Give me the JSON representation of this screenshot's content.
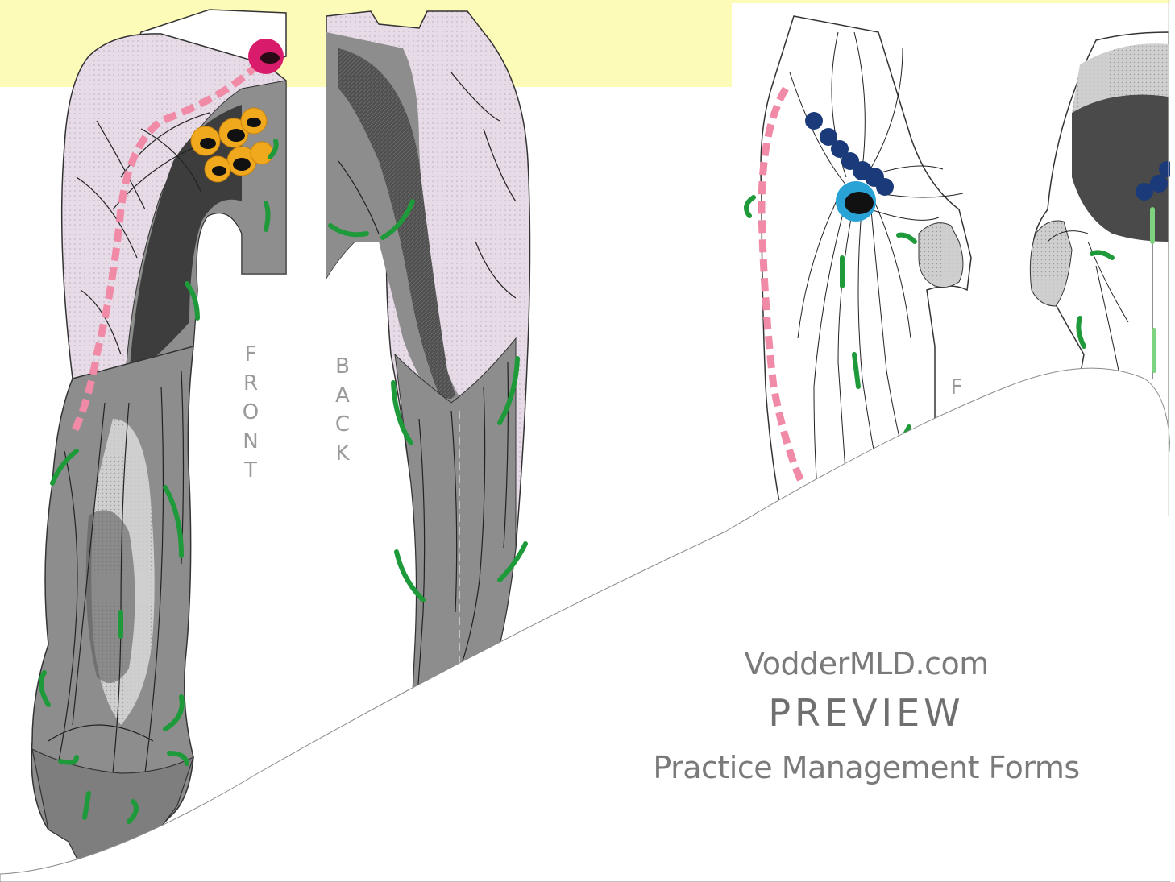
{
  "diagram_labels": {
    "front": "FRONT",
    "back": "BACK",
    "front_partial": "F"
  },
  "cover": {
    "site": "VodderMLD.com",
    "preview": "PREVIEW",
    "subtitle": "Practice Management Forms"
  },
  "colors": {
    "background_band": "#fdfbb8",
    "skin_pink": "#e6dbe6",
    "lymph_dark": "#4a4a4a",
    "lymph_mid": "#8d8d8d",
    "arrow_green": "#1f9a3a",
    "node_orange": "#f0a81c",
    "node_magenta": "#d81b6a",
    "node_blue": "#1a3a7a",
    "node_cyan": "#29a3d6",
    "watershed_pink": "#f08aa6",
    "text_gray": "#7a7a7a"
  }
}
